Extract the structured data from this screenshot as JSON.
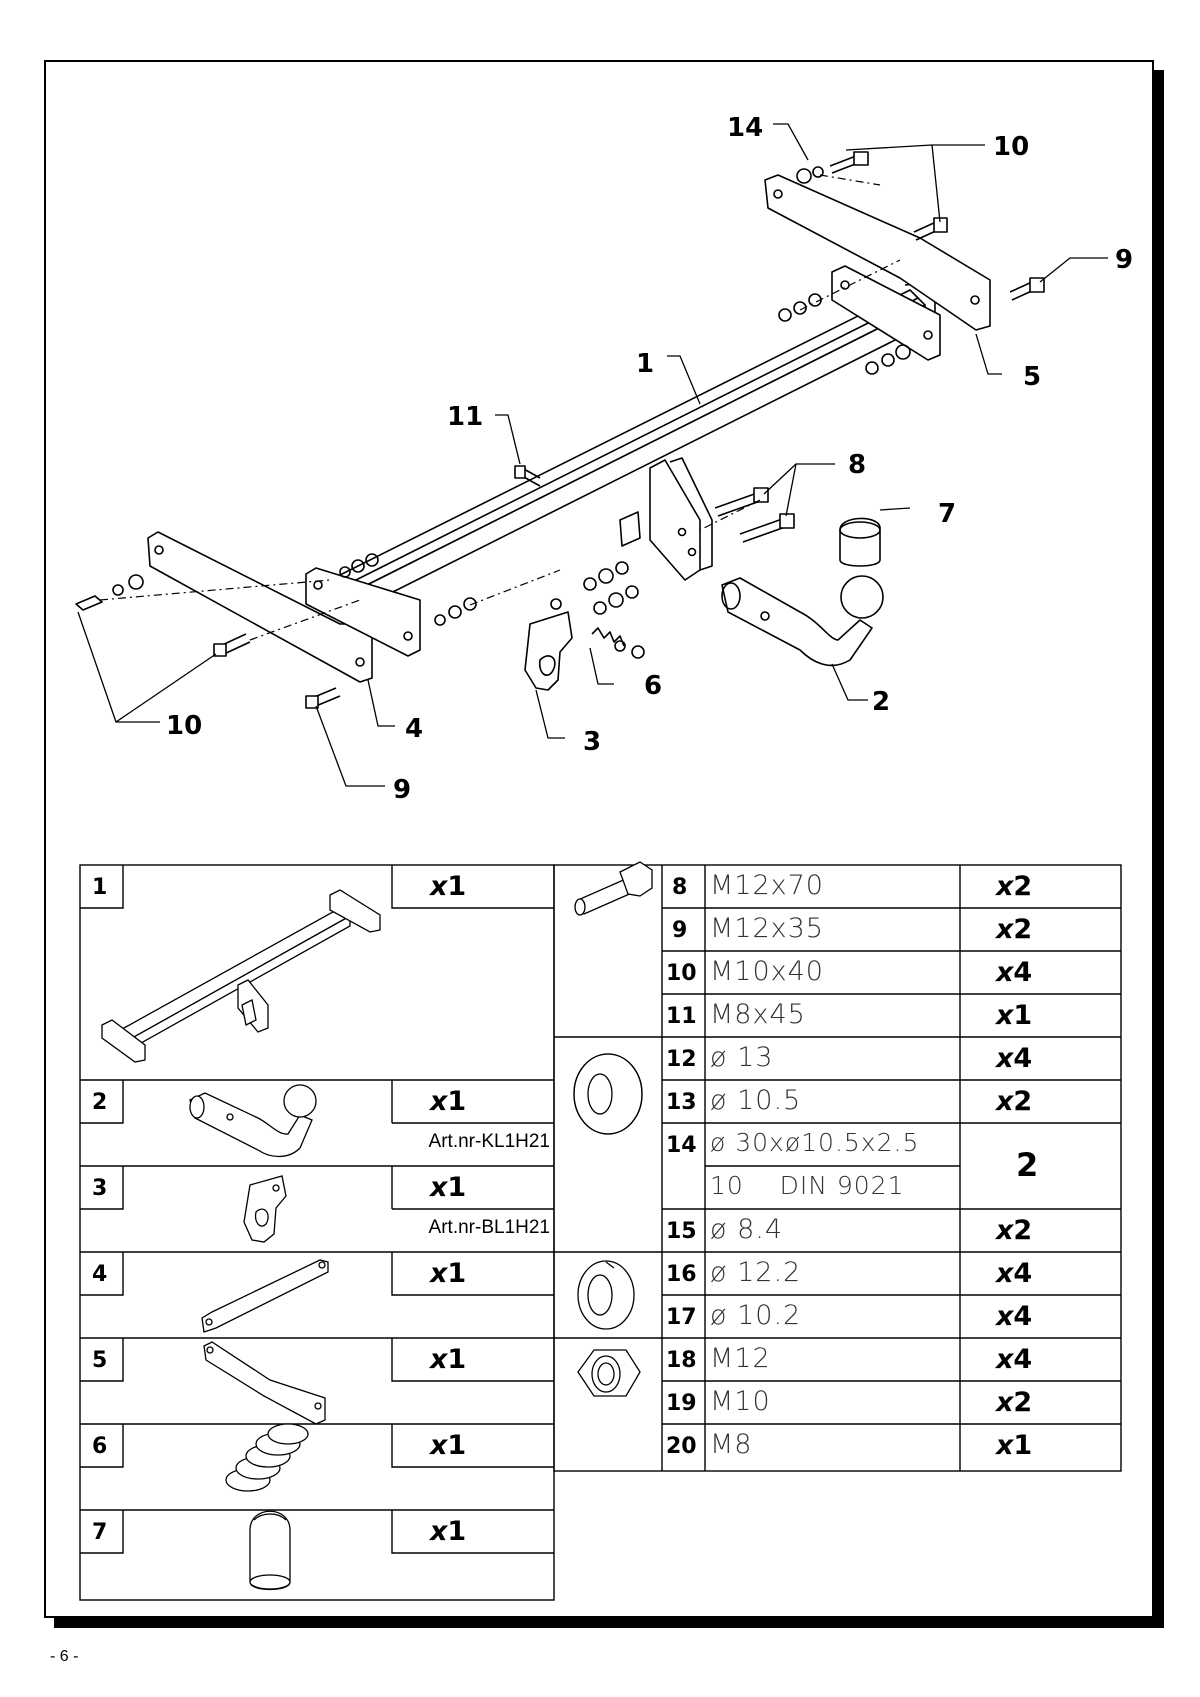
{
  "page_number": "- 6 -",
  "callouts": {
    "c1": "1",
    "c2": "2",
    "c3": "3",
    "c4": "4",
    "c5": "5",
    "c6": "6",
    "c7": "7",
    "c8": "8",
    "c9a": "9",
    "c9b": "9",
    "c10a": "10",
    "c10b": "10",
    "c11": "11",
    "c14": "14"
  },
  "parts_left": [
    {
      "num": "1",
      "x": "x",
      "qty": "1",
      "art": ""
    },
    {
      "num": "2",
      "x": "x",
      "qty": "1",
      "art": "Art.nr-KL1H21"
    },
    {
      "num": "3",
      "x": "x",
      "qty": "1",
      "art": "Art.nr-BL1H21"
    },
    {
      "num": "4",
      "x": "x",
      "qty": "1",
      "art": ""
    },
    {
      "num": "5",
      "x": "x",
      "qty": "1",
      "art": ""
    },
    {
      "num": "6",
      "x": "x",
      "qty": "1",
      "art": ""
    },
    {
      "num": "7",
      "x": "x",
      "qty": "1",
      "art": ""
    }
  ],
  "parts_right": [
    {
      "num": "8",
      "spec": "M12x70",
      "x": "x",
      "qty": "2"
    },
    {
      "num": "9",
      "spec": "M12x35",
      "x": "x",
      "qty": "2"
    },
    {
      "num": "10",
      "spec": "M10x40",
      "x": "x",
      "qty": "4"
    },
    {
      "num": "11",
      "spec": "M8x45",
      "x": "x",
      "qty": "1"
    },
    {
      "num": "12",
      "spec": "ø 13",
      "x": "x",
      "qty": "4"
    },
    {
      "num": "13",
      "spec": "ø 10.5",
      "x": "x",
      "qty": "2"
    },
    {
      "num": "14",
      "spec": "ø 30xø10.5x2.5",
      "spec2": "10    DIN 9021",
      "x": "",
      "qty": "2"
    },
    {
      "num": "15",
      "spec": "ø 8.4",
      "x": "x",
      "qty": "2"
    },
    {
      "num": "16",
      "spec": "ø 12.2",
      "x": "x",
      "qty": "4"
    },
    {
      "num": "17",
      "spec": "ø 10.2",
      "x": "x",
      "qty": "4"
    },
    {
      "num": "18",
      "spec": "M12",
      "x": "x",
      "qty": "4"
    },
    {
      "num": "19",
      "spec": "M10",
      "x": "x",
      "qty": "2"
    },
    {
      "num": "20",
      "spec": "M8",
      "x": "x",
      "qty": "1"
    }
  ],
  "icons": [
    "crossbar-icon",
    "towball-icon",
    "bracket-icon",
    "strap-icon",
    "spring-icon",
    "ball-cap-icon",
    "bolt-icon",
    "washer-icon",
    "lock-washer-icon",
    "nut-icon"
  ]
}
